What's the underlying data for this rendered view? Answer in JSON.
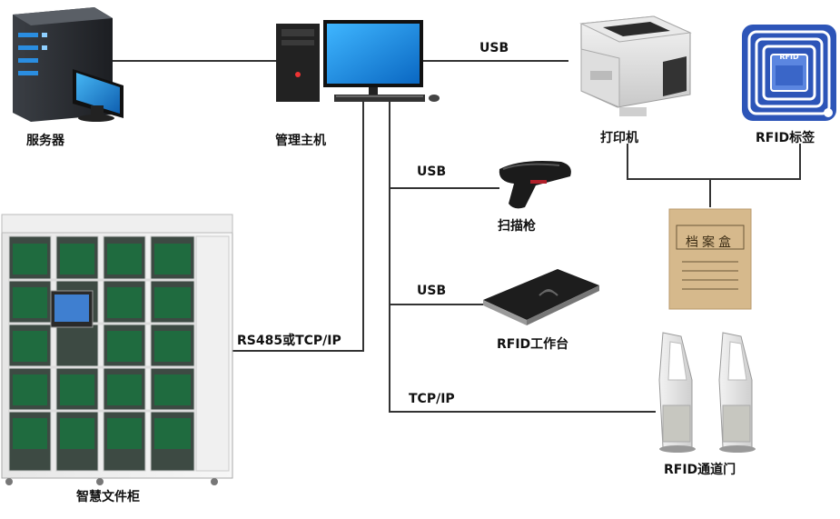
{
  "nodes": {
    "server": "服务器",
    "host": "管理主机",
    "printer": "打印机",
    "rfid_tag": "RFID标签",
    "scanner": "扫描枪",
    "rfid_desk": "RFID工作台",
    "cabinet": "智慧文件柜",
    "gate": "RFID通道门"
  },
  "links": {
    "printer_link": "USB",
    "scanner_link": "USB",
    "desk_link": "USB",
    "cabinet_link": "RS485或TCP/IP",
    "gate_link": "TCP/IP"
  },
  "device_text": {
    "tag_face": "RFID",
    "box_title": "档案盒"
  }
}
